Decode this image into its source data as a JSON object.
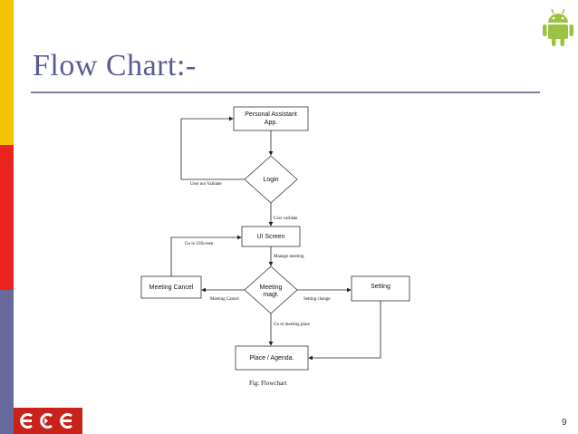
{
  "slide": {
    "title": "Flow Chart:-",
    "page_number": "9",
    "logo_text": "ece"
  },
  "flowchart": {
    "nodes": {
      "app_line1": "Personal Assistant",
      "app_line2": "App.",
      "login": "Login",
      "ui_screen": "UI Screen",
      "meeting_line1": "Meeting",
      "meeting_line2": "magt.",
      "meeting_cancel": "Meeting Cancel",
      "setting": "Setting",
      "place_agenda": "Place / Agenda."
    },
    "edges": {
      "user_not_validate": "User not Validate",
      "user_validate": "User validate",
      "go_to_ui_screen": "Go to UIScreen",
      "manage_meeting": "Manage meeting",
      "meeting_cancel": "Meeting Cancel",
      "setting_change": "Setting change",
      "go_to_meeting_place": "Go to meeting place"
    },
    "caption": "Fig: Flowchart"
  },
  "colors": {
    "title": "#5a5c93",
    "stripe_yellow": "#f5c400",
    "stripe_red": "#e8241c",
    "stripe_purple": "#686a9e",
    "android_green": "#9bc242",
    "logo_red": "#c8221a"
  }
}
